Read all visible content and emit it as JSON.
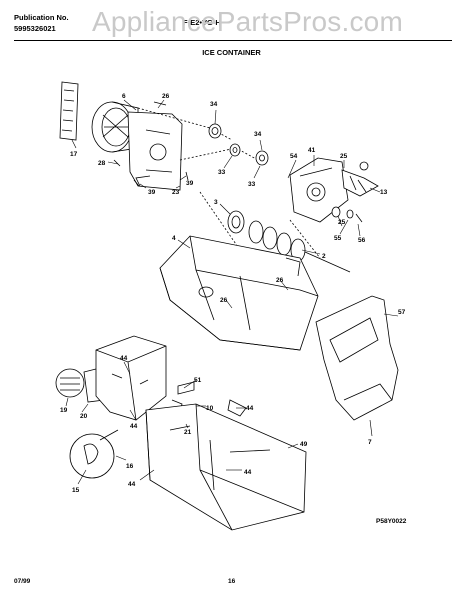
{
  "header": {
    "publication_label": "Publication No.",
    "publication_number": "5995326021",
    "model_partial": "F•E2•VG-H"
  },
  "watermark": "AppliancePartsPros.com",
  "section_title": "ICE CONTAINER",
  "callouts": [
    "6",
    "26",
    "17",
    "28",
    "39",
    "23",
    "39",
    "34",
    "33",
    "34",
    "33",
    "54",
    "41",
    "25",
    "13",
    "3",
    "25",
    "55",
    "56",
    "4",
    "2",
    "26",
    "26",
    "57",
    "7",
    "51",
    "44",
    "19",
    "20",
    "44",
    "10",
    "44",
    "21",
    "49",
    "44",
    "16",
    "15",
    "44"
  ],
  "diagram_code": "P58Y0022",
  "footer": {
    "date": "07/99",
    "page": "16"
  },
  "colors": {
    "line": "#000000",
    "watermark": "#c9c9c9"
  }
}
